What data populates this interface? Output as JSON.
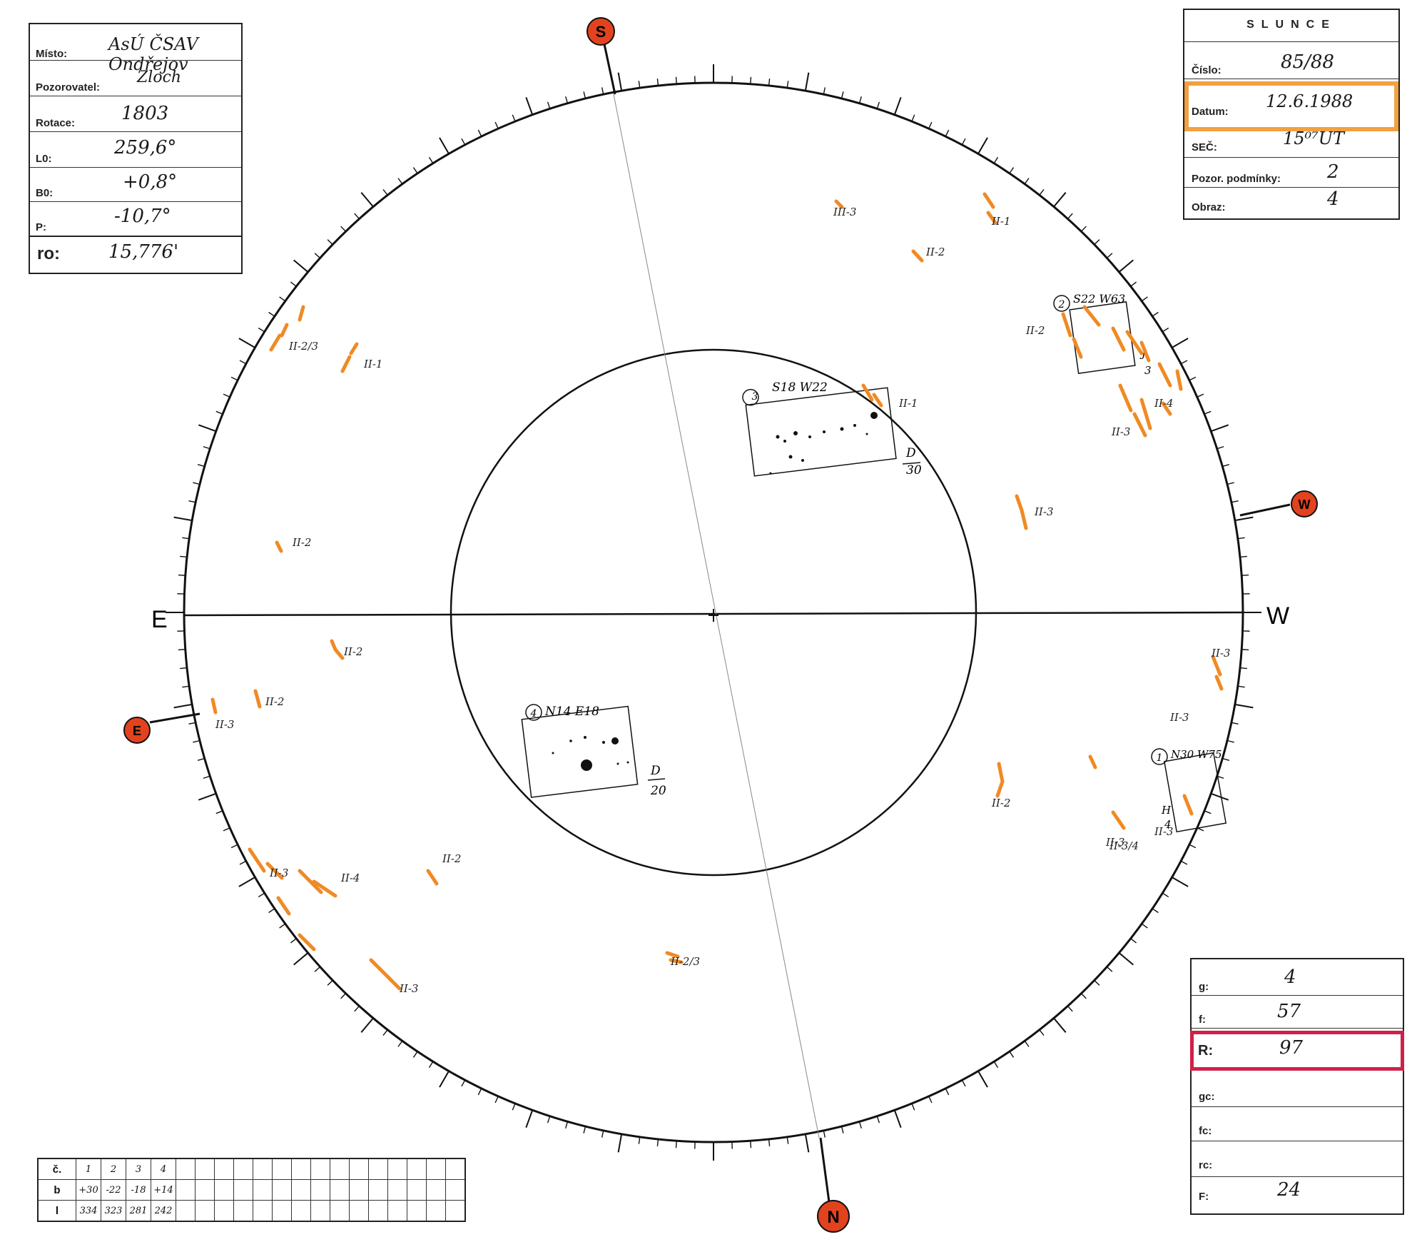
{
  "observation": {
    "misto_label": "Místo:",
    "misto": "AsÚ ČSAV Ondřejov",
    "pozorovatel_label": "Pozorovatel:",
    "pozorovatel": "Zloch",
    "rotace_label": "Rotace:",
    "rotace": "1803",
    "l0_label": "L0:",
    "l0": "259,6°",
    "b0_label": "B0:",
    "b0": "+0,8°",
    "p_label": "P:",
    "p": "-10,7°",
    "ro_label": "ro:",
    "ro": "15,776'"
  },
  "slunce": {
    "title": "SLUNCE",
    "cislo_label": "Číslo:",
    "cislo": "85/88",
    "datum_label": "Datum:",
    "datum": "12.6.1988",
    "sec_label": "SEČ:",
    "sec": "15⁰⁷UT",
    "podminky_label": "Pozor. podmínky:",
    "podminky": "2",
    "obraz_label": "Obraz:",
    "obraz": "4"
  },
  "summary": {
    "g_label": "g:",
    "g": "4",
    "f_label": "f:",
    "f": "57",
    "r_label": "R:",
    "r": "97",
    "gc_label": "gc:",
    "fc_label": "fc:",
    "rc_label": "rc:",
    "F_label": "F:",
    "F": "24"
  },
  "groups_table": {
    "row_labels": [
      "č.",
      "b",
      "l"
    ],
    "numbers": [
      "1",
      "2",
      "3",
      "4"
    ],
    "b": [
      "+30",
      "-22",
      "-18",
      "+14"
    ],
    "l": [
      "334",
      "323",
      "281",
      "242"
    ]
  },
  "directions": {
    "S": "S",
    "W": "W",
    "N": "N",
    "E": "E",
    "E_axis": "E",
    "W_axis": "W"
  },
  "spot_groups": [
    {
      "num": "1",
      "label": "N30 W75",
      "class_top": "H",
      "class_bottom": "4"
    },
    {
      "num": "2",
      "label": "S22 W63",
      "class_top": "J",
      "class_bottom": "3"
    },
    {
      "num": "3",
      "label": "S18 W22",
      "class_top": "D",
      "class_bottom": "30"
    },
    {
      "num": "4",
      "label": "N14 E18",
      "class_top": "D",
      "class_bottom": "20"
    }
  ],
  "faculae_labels": [
    "III-3",
    "II-1",
    "II-2",
    "II-2/3",
    "II-1",
    "II-1",
    "II-4",
    "II-3",
    "II-3",
    "II-2",
    "II-2",
    "II-2",
    "II-3",
    "II-3",
    "II-3",
    "II-3",
    "II-3/4",
    "II-3",
    "II-2",
    "II-2",
    "II-3",
    "II-4",
    "II-2",
    "II-3",
    "II-2/3"
  ],
  "colors": {
    "faculae": "#f08a24",
    "spot_circle": "#e2431e",
    "datum_highlight": "#f2a040",
    "r_highlight": "#d0204a"
  }
}
